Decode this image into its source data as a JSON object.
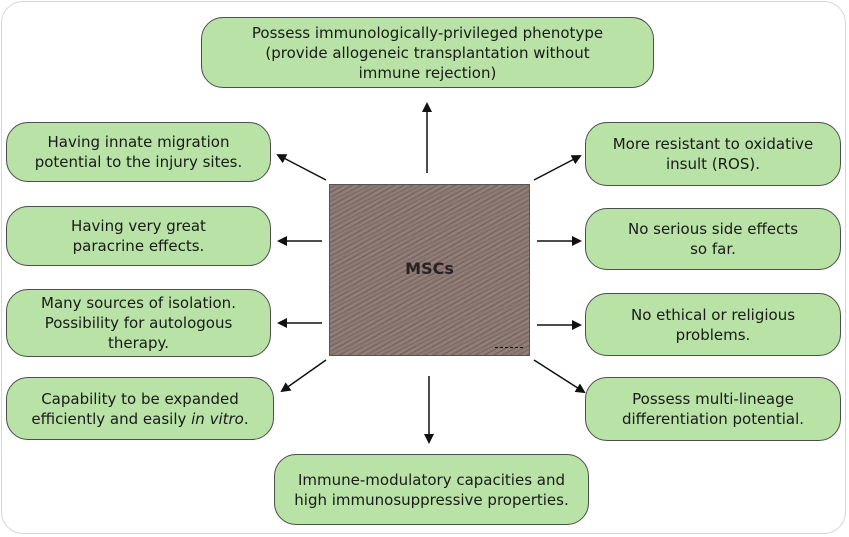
{
  "center": {
    "label": "MSCs"
  },
  "boxes": {
    "top": [
      "Possess immunologically-privileged phenotype",
      "(provide allogeneic transplantation without",
      "immune rejection)"
    ],
    "migration": [
      "Having innate migration",
      "potential to the injury sites."
    ],
    "paracrine": [
      "Having very great",
      "paracrine effects."
    ],
    "sources": [
      "Many sources of isolation.",
      "Possibility for autologous",
      "therapy."
    ],
    "expanded": {
      "line1": "Capability to be expanded",
      "line2_prefix": "efficiently and easily ",
      "line2_italic": "in vitro",
      "line2_suffix": "."
    },
    "oxidative": [
      "More resistant to oxidative",
      "insult (ROS)."
    ],
    "side_effects": [
      "No serious side effects",
      "so far."
    ],
    "ethical": [
      "No ethical or religious",
      "problems."
    ],
    "multilineage": [
      "Possess multi-lineage",
      "differentiation potential."
    ],
    "immune": [
      "Immune-modulatory capacities and",
      "high immunosuppressive properties."
    ]
  },
  "colors": {
    "box_fill": "#b8e2a6",
    "box_border": "#4d4d4d",
    "arrow": "#111111"
  }
}
